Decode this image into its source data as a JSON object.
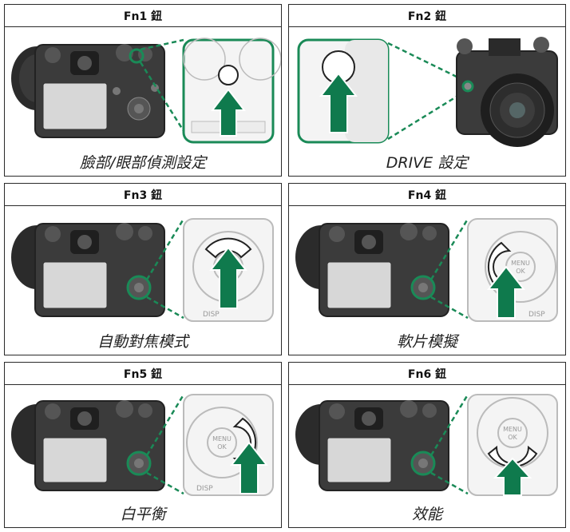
{
  "colors": {
    "arrow": "#0f7a4d",
    "zoom_border": "#1a8a57",
    "dash": "#1a8a57",
    "panel_border": "#2a2a2a"
  },
  "panels": [
    {
      "title": "Fn1 鈕",
      "caption": "臉部/眼部偵測設定",
      "view": "back",
      "highlight": "top-button"
    },
    {
      "title": "Fn2 鈕",
      "caption": "DRIVE 設定",
      "view": "front",
      "highlight": "front-button"
    },
    {
      "title": "Fn3 鈕",
      "caption": "自動對焦模式",
      "view": "back",
      "highlight": "dpad-up"
    },
    {
      "title": "Fn4 鈕",
      "caption": "軟片模擬",
      "view": "back",
      "highlight": "dpad-left"
    },
    {
      "title": "Fn5 鈕",
      "caption": "白平衡",
      "view": "back",
      "highlight": "dpad-right"
    },
    {
      "title": "Fn6 鈕",
      "caption": "效能",
      "view": "back",
      "highlight": "dpad-down"
    }
  ],
  "dpad_labels": {
    "center_top": "MENU",
    "center_bottom": "OK",
    "disp": "DISP"
  }
}
